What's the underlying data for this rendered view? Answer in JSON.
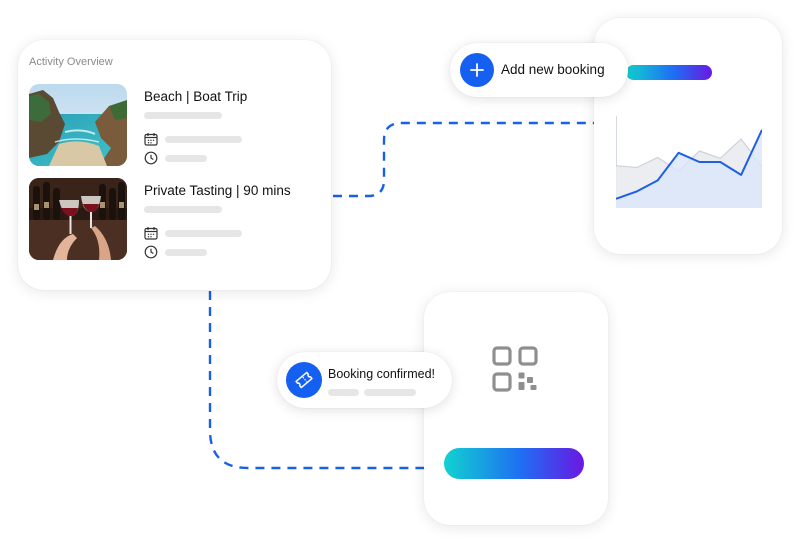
{
  "activity_overview": {
    "title": "Activity Overview",
    "activities": [
      {
        "title": "Beach | Boat Trip",
        "image": "coastal-beach-photo"
      },
      {
        "title": "Private Tasting | 90 mins",
        "image": "wine-toast-photo"
      }
    ],
    "icons": {
      "date": "calendar-icon",
      "time": "clock-icon"
    }
  },
  "add_booking": {
    "label": "Add new booking",
    "icon": "plus-icon"
  },
  "booking_confirmed": {
    "label": "Booking confirmed!",
    "icon": "ticket-icon"
  },
  "qr_card": {
    "icon": "qr-code-icon"
  },
  "colors": {
    "accent": "#1560f0",
    "connector": "#1a5fe8",
    "gradient_start": "#11d2d0",
    "gradient_mid": "#1f6ef3",
    "gradient_end": "#6a18e3",
    "placeholder": "#e6e6e6"
  },
  "chart_data": {
    "type": "line",
    "x": [
      0,
      1,
      2,
      3,
      4,
      5,
      6,
      7
    ],
    "series": [
      {
        "values": [
          10,
          18,
          30,
          60,
          50,
          50,
          36,
          85
        ]
      },
      {
        "values": [
          46,
          44,
          55,
          40,
          62,
          54,
          75,
          45
        ]
      }
    ],
    "ylim": [
      0,
      100
    ],
    "title": "",
    "xlabel": "",
    "ylabel": "",
    "grid": false
  }
}
